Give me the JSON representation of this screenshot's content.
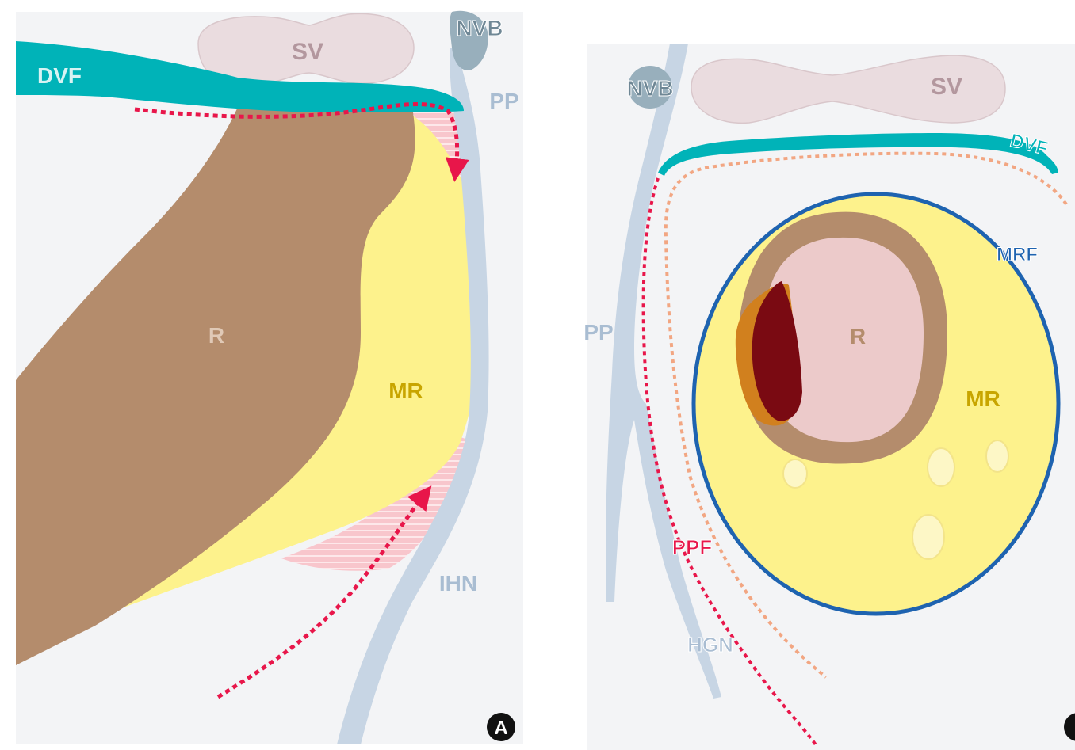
{
  "panels": [
    {
      "id": "A",
      "badge": "A",
      "labels": {
        "sv": "SV",
        "nvb": "NVB",
        "dvf": "DVF",
        "pp": "PP",
        "r": "R",
        "mr": "MR",
        "ihn": "IHN"
      }
    },
    {
      "id": "B",
      "labels": {
        "nvb": "NVB",
        "sv": "SV",
        "dvf": "DVF",
        "pp": "PP",
        "mrf": "MRF",
        "r": "R",
        "mr": "MR",
        "ppf": "PPF",
        "hgn": "HGN"
      }
    }
  ],
  "colors": {
    "background": "#f3f4f6",
    "fascia_dvf": "#00b3b8",
    "seminal_vesicle": "#eadcdf",
    "nerve": "#c7d5e4",
    "nvb": "#98afbc",
    "rectum_wall": "#b48c6c",
    "rectum_lumen": "#eccaca",
    "mesorectum": "#fdf28c",
    "mrf": "#1e63b0",
    "tumor": "#7a0a12",
    "red_dashed": "#e8164a",
    "orange_dashed": "#f2a682",
    "pink_hatch": "#f5b8c0"
  }
}
